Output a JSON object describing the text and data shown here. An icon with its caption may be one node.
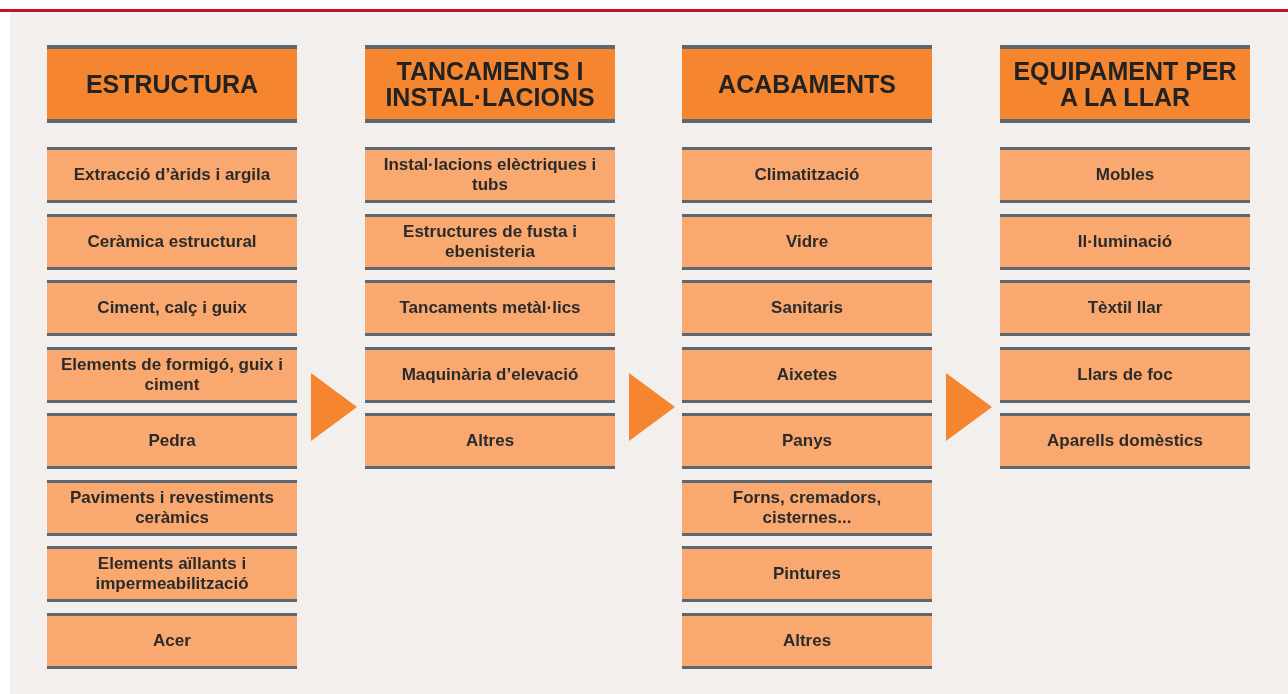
{
  "diagram": {
    "nodes": [
      {
        "text": [
          "ESTRUCTURA"
        ]
      },
      {
        "text": [
          "Extracció d’àrids i argila"
        ]
      },
      {
        "text": [
          "Ceràmica estructural"
        ]
      },
      {
        "text": [
          "Ciment, calç i guix"
        ]
      },
      {
        "text": [
          "Elements de formigó, guix i ciment"
        ]
      },
      {
        "text": [
          "Pedra"
        ]
      },
      {
        "text": [
          "Paviments i revestiments ceràmics"
        ]
      },
      {
        "text": [
          "Elements aïllants i impermeabilització"
        ]
      },
      {
        "text": [
          "Acer"
        ]
      },
      {
        "text": [
          "TANCAMENTS I INSTAL·LACIONS"
        ]
      },
      {
        "text": [
          "Instal·lacions elèctriques i tubs"
        ]
      },
      {
        "text": [
          "Estructures de fusta i ebenisteria"
        ]
      },
      {
        "text": [
          "Tancaments metàl·lics"
        ]
      },
      {
        "text": [
          "Maquinària d’elevació"
        ]
      },
      {
        "text": [
          "Altres"
        ]
      },
      {
        "text": [
          "ACABAMENTS"
        ]
      },
      {
        "text": [
          "Climatització"
        ]
      },
      {
        "text": [
          "Vidre"
        ]
      },
      {
        "text": [
          "Sanitaris"
        ]
      },
      {
        "text": [
          "Aixetes"
        ]
      },
      {
        "text": [
          "Panys"
        ]
      },
      {
        "text": [
          "Forns, cremadors, cisternes..."
        ]
      },
      {
        "text": [
          "Pintures"
        ]
      },
      {
        "text": [
          "Altres"
        ]
      },
      {
        "text": [
          "EQUIPAMENT PER A LA LLAR"
        ]
      },
      {
        "text": [
          "Mobles"
        ]
      },
      {
        "text": [
          "Il·luminació"
        ]
      },
      {
        "text": [
          "Tèxtil llar"
        ]
      },
      {
        "text": [
          "Llars de foc"
        ]
      },
      {
        "text": [
          "Aparells domèstics"
        ]
      }
    ]
  }
}
